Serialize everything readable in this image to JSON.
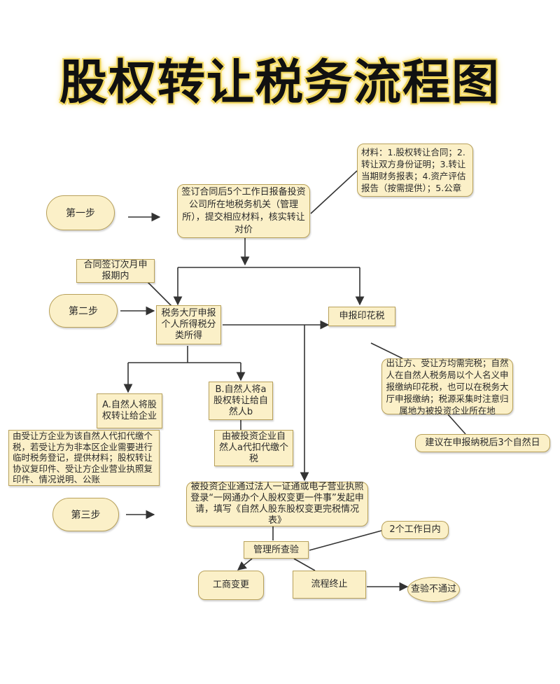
{
  "title": "股权转让税务流程图",
  "steps": {
    "step1": "第一步",
    "step2": "第二步",
    "step3": "第三步"
  },
  "nodes": {
    "sign_contract": "签订合同后5个工作日报备投资公司所在地税务机关（管理所），提交相应材料，核实转让对价",
    "materials": "材料：1.股权转让合同；2.转让双方身份证明；3.转让当期财务报表；4.资产评估报告（按需提供）；5.公章",
    "deadline": "合同签订次月申报期内",
    "personal_tax": "税务大厅申报个人所得税分类所得",
    "stamp_tax": "申报印花税",
    "stamp_note": "出让方、受让方均需完税；自然人在自然人税务局以个人名义申报缴纳印花税，也可以在税务大厅申报缴纳；税源采集时注意归属地为被投资企业所在地",
    "stamp_advice": "建议在申报纳税后3个自然日",
    "case_a": "A.自然人将股权转让给企业",
    "case_a_note": "由受让方企业为该自然人代扣代缴个税，若受让方为非本区企业需要进行临时税务登记，提供材料；股权转让协议复印件、受让方企业营业执照复印件、情况说明、公账",
    "case_b": "B.自然人将a股权转让给自然人b",
    "case_b_note": "由被投资企业自然人a代扣代缴个税",
    "apply": "被投资企业通过法人一证通或电子营业执照登录“一网通办个人股权变更一件事”发起申请，填写《自然人股东股权变更完税情况表》",
    "review": "管理所查验",
    "workdays": "2个工作日内",
    "business_change": "工商变更",
    "process_end": "流程终止",
    "review_fail": "查验不通过"
  },
  "colors": {
    "box_fill": "#fbf0c8",
    "box_border": "#b8a15a",
    "title_glow": "#f2d860"
  }
}
